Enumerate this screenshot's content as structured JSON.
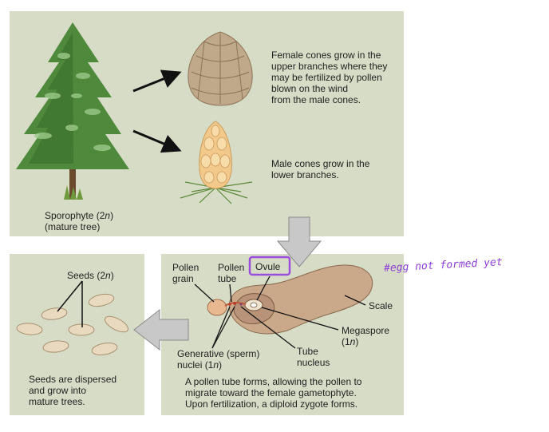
{
  "top": {
    "female_text": [
      "Female cones grow in the",
      "upper branches where they",
      "may be fertilized by pollen",
      "blown on the wind",
      "from the male cones."
    ],
    "male_text": [
      "Male cones grow in the",
      "lower branches."
    ],
    "tree_label_line1_a": "Sporophyte (2",
    "tree_label_line1_n": "n",
    "tree_label_line1_b": ")",
    "tree_label_line2": "(mature tree)"
  },
  "seeds": {
    "label_a": "Seeds (2",
    "label_n": "n",
    "label_b": ")",
    "caption": [
      "Seeds are dispersed",
      "and grow into",
      "mature trees."
    ]
  },
  "pollination": {
    "pollen_grain": [
      "Pollen",
      "grain"
    ],
    "pollen_tube": [
      "Pollen",
      "tube"
    ],
    "ovule": "Ovule",
    "scale": "Scale",
    "megaspore_a": "Megaspore",
    "megaspore_b": "(1",
    "megaspore_n": "n",
    "megaspore_c": ")",
    "tube_nucleus": [
      "Tube",
      "nucleus"
    ],
    "generative_line1": "Generative (sperm)",
    "generative_line2_a": "nuclei (1",
    "generative_line2_n": "n",
    "generative_line2_b": ")",
    "caption": [
      "A pollen tube forms, allowing the pollen to",
      "migrate toward the female gametophyte.",
      "Upon fertilization, a diploid zygote forms."
    ]
  },
  "annotation": {
    "note": "#egg not formed yet",
    "highlight_color": "#9b4dde"
  },
  "colors": {
    "panel_bg": "#d7dcc6",
    "tree_green": "#4f8a3c",
    "cone_female": "#bfa98a",
    "cone_male": "#f3c98b",
    "scale_brown": "#c9a98a",
    "seed_fill": "#e9d9bf",
    "arrow_gray": "#c8c8c8"
  }
}
